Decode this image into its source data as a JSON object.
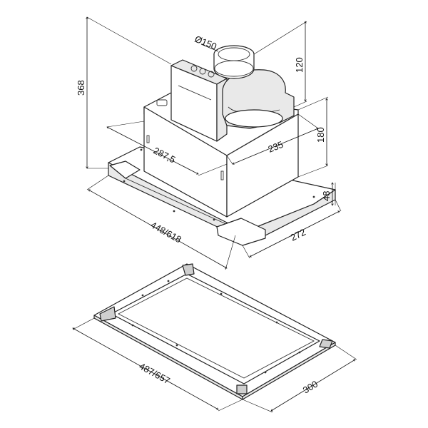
{
  "dimensions": {
    "duct_diameter": "Ø150",
    "height_overall": "368",
    "height_motor": "120",
    "height_body": "180",
    "depth_body": "235",
    "width_body": "287,5",
    "height_front": "48",
    "width_bottom": "448/618",
    "depth_bottom": "272",
    "frame_width": "487/657",
    "frame_depth": "300"
  },
  "colors": {
    "line": "#222222",
    "background": "#ffffff",
    "shade": "#e9e9e9"
  }
}
